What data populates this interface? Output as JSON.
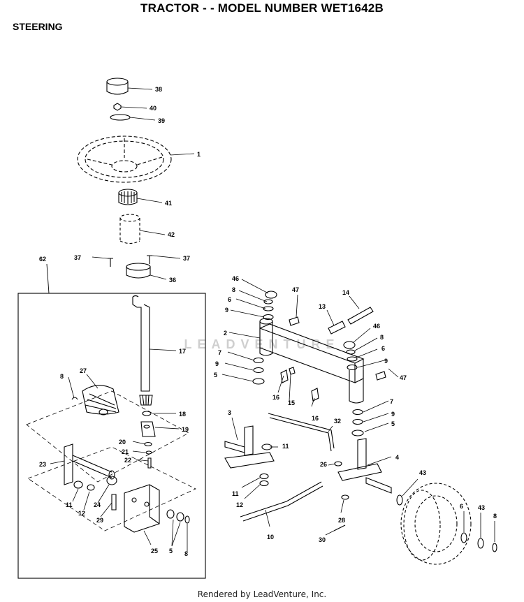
{
  "title": "TRACTOR - - MODEL NUMBER WET1642B",
  "section": "STEERING",
  "footer": "Rendered by LeadVenture, Inc.",
  "watermark": "LEADVENTURE",
  "labels": [
    "38",
    "40",
    "39",
    "1",
    "41",
    "42",
    "37",
    "37",
    "62",
    "36",
    "17",
    "8",
    "27",
    "18",
    "19",
    "20",
    "21",
    "22",
    "23",
    "24",
    "11",
    "12",
    "29",
    "25",
    "5",
    "8",
    "46",
    "8",
    "6",
    "9",
    "47",
    "14",
    "13",
    "2",
    "46",
    "8",
    "6",
    "9",
    "7",
    "9",
    "5",
    "16",
    "15",
    "47",
    "16",
    "7",
    "9",
    "5",
    "3",
    "11",
    "32",
    "4",
    "26",
    "11",
    "12",
    "43",
    "28",
    "6",
    "43",
    "8",
    "10",
    "30"
  ]
}
